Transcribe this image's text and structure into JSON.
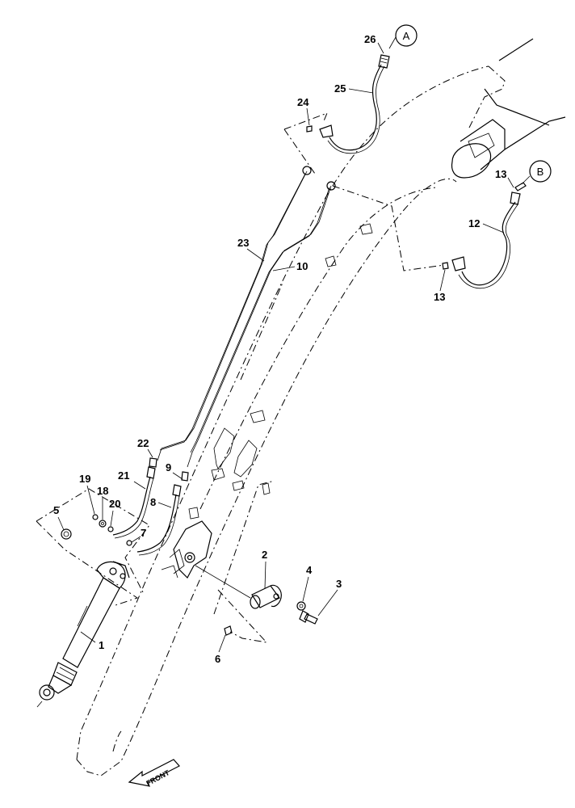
{
  "diagram": {
    "part_labels": {
      "p1": "1",
      "p2": "2",
      "p3": "3",
      "p4": "4",
      "p5": "5",
      "p6": "6",
      "p7": "7",
      "p8": "8",
      "p9": "9",
      "p10": "10",
      "p12": "12",
      "p13a": "13",
      "p13b": "13",
      "p18": "18",
      "p19": "19",
      "p20": "20",
      "p21": "21",
      "p22": "22",
      "p23": "23",
      "p24": "24",
      "p25": "25",
      "p26": "26"
    },
    "reference_circles": {
      "a": "A",
      "b": "B"
    },
    "direction_arrow": "FRONT"
  }
}
